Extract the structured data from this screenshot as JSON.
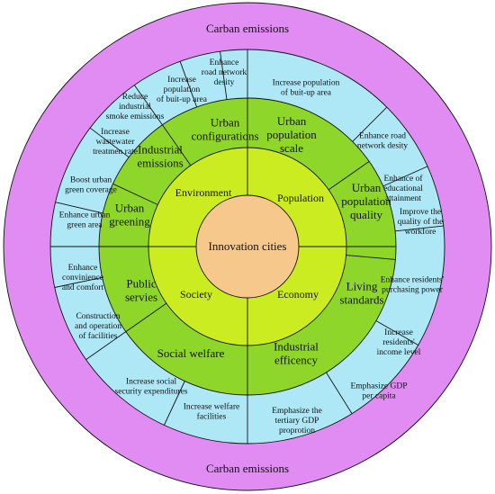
{
  "diagram": {
    "outer_top_label": "Carban emissions",
    "outer_bottom_label": "Carban emissions",
    "center_label": "Innovation cities",
    "colors": {
      "outer_ring": "#e08cf2",
      "measure_ring": "#aee8f7",
      "indicator_ring": "#8fd62a",
      "dimension_ring": "#ccec22",
      "center": "#f7c88c",
      "stroke": "#111111"
    },
    "dimensions": [
      {
        "label": "Population"
      },
      {
        "label": "Economy"
      },
      {
        "label": "Society"
      },
      {
        "label": "Environment"
      }
    ],
    "indicators": [
      {
        "lines": [
          "Urban",
          "population",
          "scale"
        ]
      },
      {
        "lines": [
          "Urban",
          "population",
          "quality"
        ]
      },
      {
        "lines": [
          "Living",
          "standards"
        ]
      },
      {
        "lines": [
          "Industrial",
          "efficency"
        ]
      },
      {
        "lines": [
          "Social welfare"
        ]
      },
      {
        "lines": [
          "Public",
          "servies"
        ]
      },
      {
        "lines": [
          "Urban",
          "greening"
        ]
      },
      {
        "lines": [
          "Industrial",
          "emissions"
        ]
      },
      {
        "lines": [
          "Urban",
          "configurations"
        ]
      }
    ],
    "measures": [
      {
        "lines": [
          "Increase population",
          "of buit-up area"
        ]
      },
      {
        "lines": [
          "Enhance road",
          "network desity"
        ]
      },
      {
        "lines": [
          "Enhance of",
          "educational",
          "attainment"
        ]
      },
      {
        "lines": [
          "Improve the",
          "quality of the",
          "workfore"
        ]
      },
      {
        "lines": [
          "Enhance residents'",
          "purchasing power"
        ]
      },
      {
        "lines": [
          "Increase",
          "residents'",
          "income level"
        ]
      },
      {
        "lines": [
          "Emphasize GDP",
          "per capita"
        ]
      },
      {
        "lines": [
          "Emphasize the",
          "tertiary GDP",
          "proprotion"
        ]
      },
      {
        "lines": [
          "Increase welfare",
          "facilities"
        ]
      },
      {
        "lines": [
          "Increase social",
          "security expenditures"
        ]
      },
      {
        "lines": [
          "Construction",
          "and operation",
          "of facilities"
        ]
      },
      {
        "lines": [
          "Enhance",
          "convinience",
          "and comfort"
        ]
      },
      {
        "lines": [
          "Enhance urban",
          "green area"
        ]
      },
      {
        "lines": [
          "Boost urban",
          "green coverage"
        ]
      },
      {
        "lines": [
          "Increase",
          "wastewater",
          "treatmen rate"
        ]
      },
      {
        "lines": [
          "Reduce",
          "industrial",
          "smoke emissions"
        ]
      },
      {
        "lines": [
          "Increase",
          "population",
          "of buit-up area"
        ]
      },
      {
        "lines": [
          "Enhance",
          "road network",
          "desity"
        ]
      }
    ]
  }
}
